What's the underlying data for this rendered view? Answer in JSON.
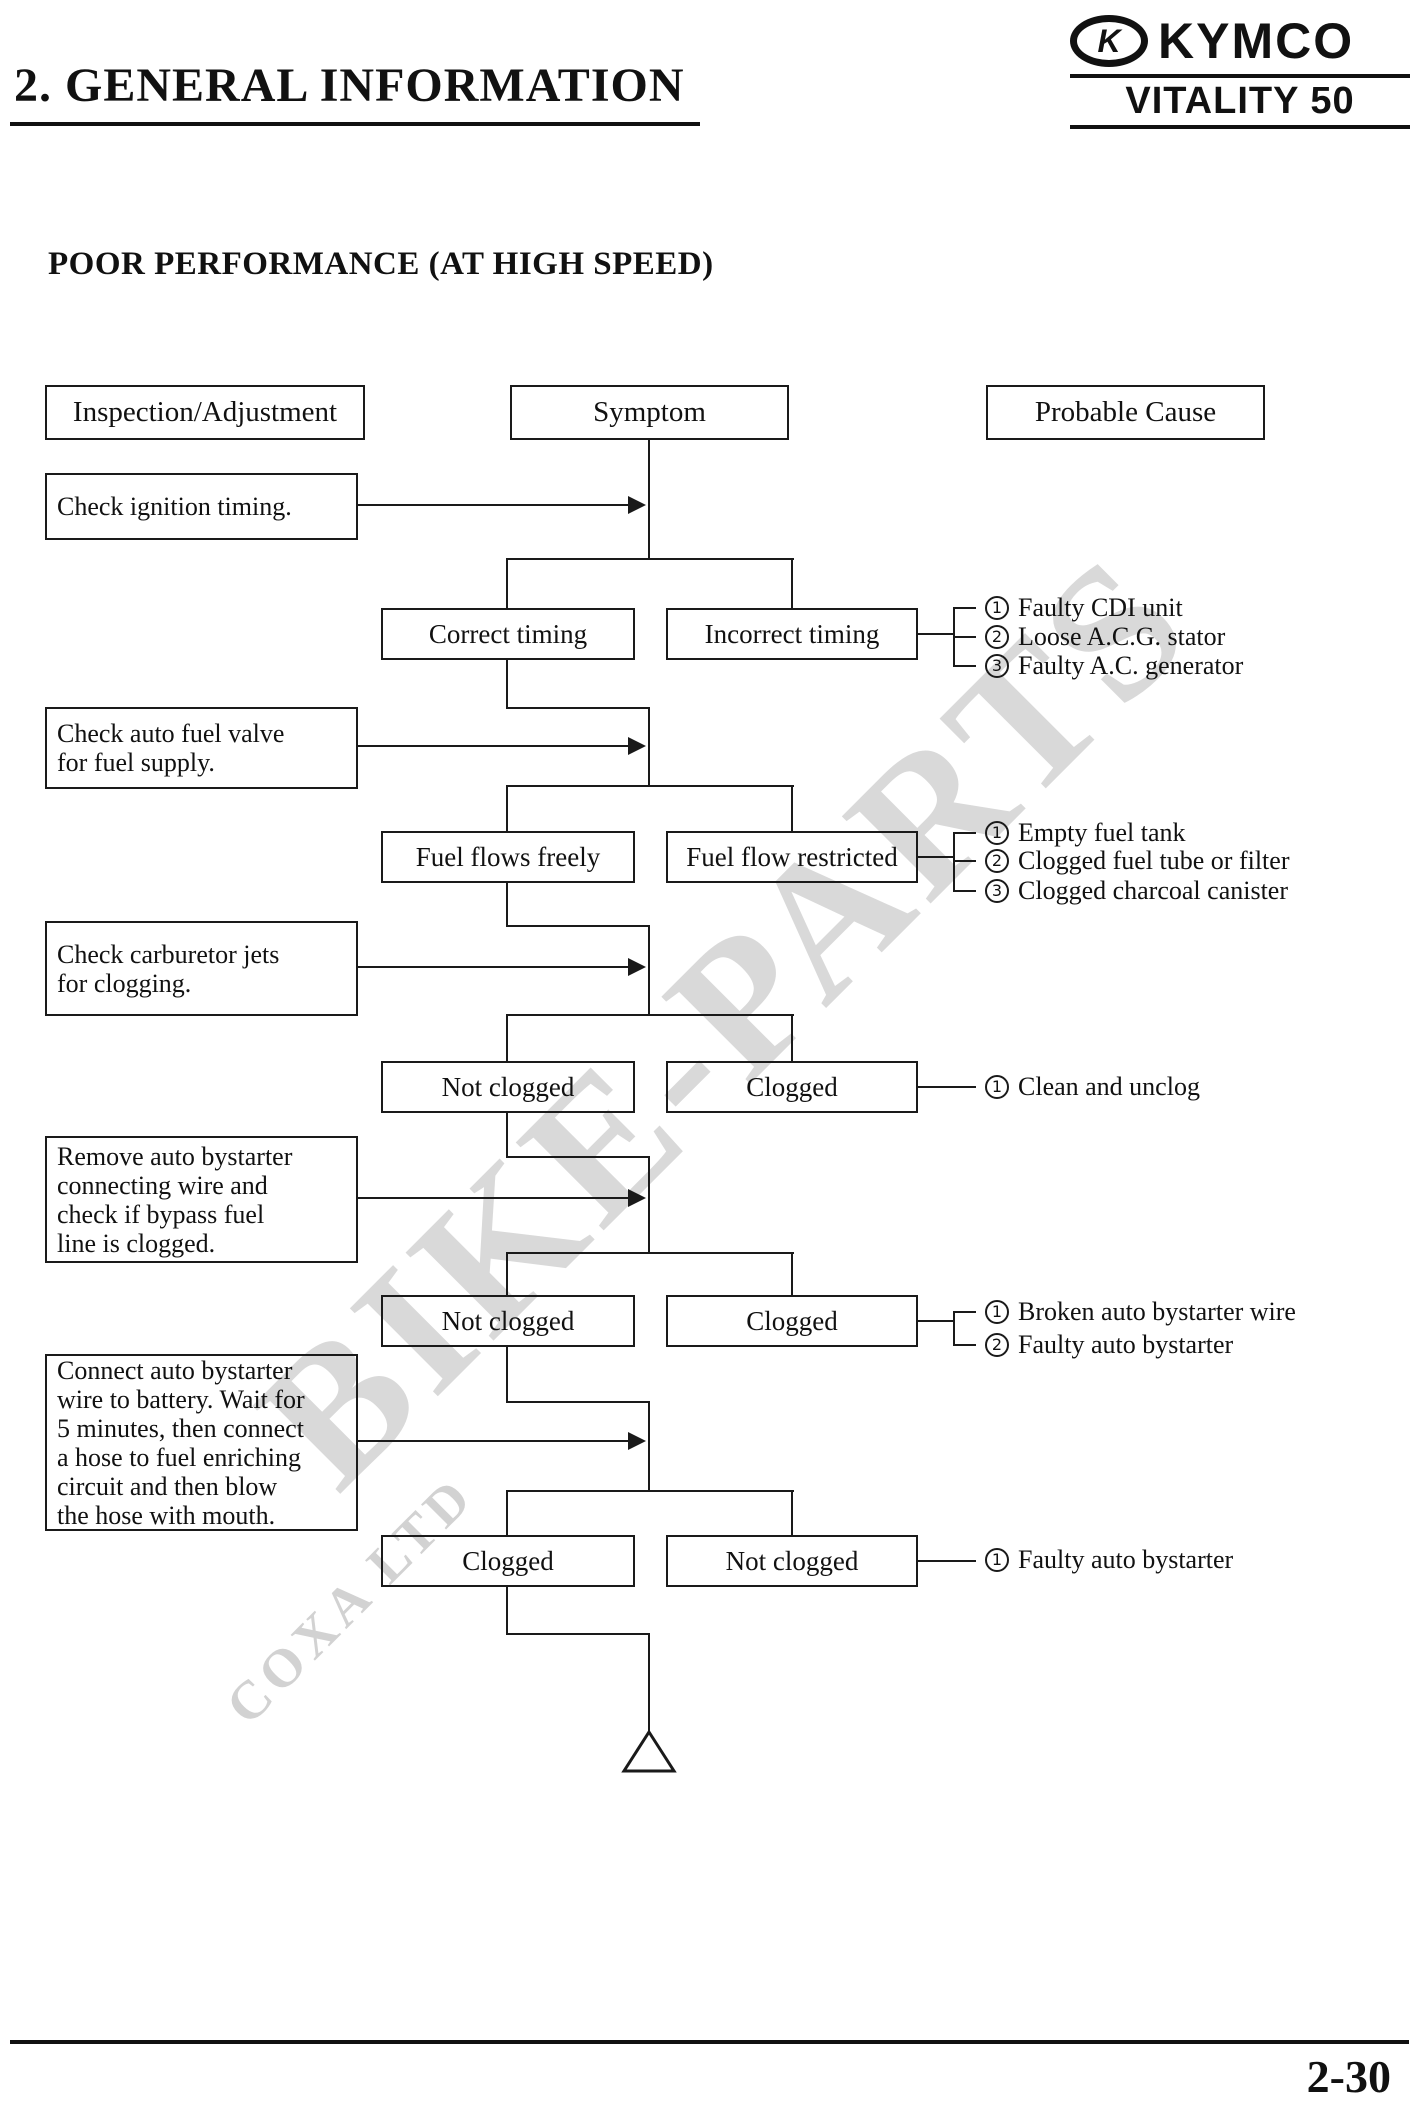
{
  "header": {
    "section_title": "2. GENERAL INFORMATION",
    "brand": "KYMCO",
    "brand_emblem": "K",
    "model": "VITALITY 50"
  },
  "page": {
    "title": "POOR PERFORMANCE (AT HIGH SPEED)",
    "number": "2-30"
  },
  "columns": {
    "inspection": "Inspection/Adjustment",
    "symptom": "Symptom",
    "cause": "Probable Cause"
  },
  "flow": {
    "rows": [
      {
        "inspection": "Check ignition timing.",
        "left": "Correct timing",
        "right": "Incorrect timing",
        "causes": [
          {
            "num": "1",
            "text": "Faulty CDI unit"
          },
          {
            "num": "2",
            "text": "Loose A.C.G. stator"
          },
          {
            "num": "3",
            "text": "Faulty A.C. generator"
          }
        ]
      },
      {
        "inspection": "Check auto fuel valve\nfor fuel supply.",
        "left": "Fuel flows freely",
        "right": "Fuel flow restricted",
        "causes": [
          {
            "num": "1",
            "text": "Empty fuel tank"
          },
          {
            "num": "2",
            "text": "Clogged fuel tube or filter"
          },
          {
            "num": "3",
            "text": "Clogged charcoal canister"
          }
        ]
      },
      {
        "inspection": "Check carburetor jets\nfor clogging.",
        "left": "Not clogged",
        "right": "Clogged",
        "causes": [
          {
            "num": "1",
            "text": "Clean and unclog"
          }
        ]
      },
      {
        "inspection": "Remove auto bystarter\nconnecting wire and\ncheck if bypass fuel\nline is clogged.",
        "left": "Not clogged",
        "right": "Clogged",
        "causes": [
          {
            "num": "1",
            "text": "Broken auto bystarter wire"
          },
          {
            "num": "2",
            "text": "Faulty auto bystarter"
          }
        ]
      },
      {
        "inspection": "Connect auto bystarter\nwire to battery. Wait for\n5 minutes, then connect\na hose to fuel enriching\ncircuit and then blow\nthe hose with mouth.",
        "left": "Clogged",
        "right": "Not clogged",
        "causes": [
          {
            "num": "1",
            "text": "Faulty auto bystarter"
          }
        ]
      }
    ]
  },
  "watermark": {
    "line1": "BIKE-PARTS",
    "line2": "COXA LTD"
  }
}
